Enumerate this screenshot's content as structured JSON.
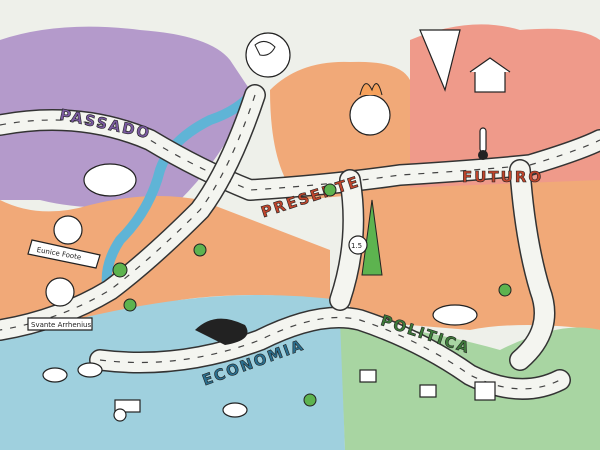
{
  "regions": {
    "past": {
      "label": "PASSADO",
      "color": "#b49acb"
    },
    "present": {
      "label": "PRESENTE",
      "color": "#f1a978"
    },
    "future": {
      "label": "FUTURO",
      "color": "#ef9a8a"
    },
    "economy": {
      "label": "ECONOMIA",
      "color": "#9fd0de"
    },
    "politics": {
      "label": "POLITICA",
      "color": "#a8d5a2"
    }
  },
  "label_colors": {
    "past": "#7a5aa0",
    "present": "#c0452c",
    "future": "#c0452c",
    "economy": "#2a6f8f",
    "politics": "#3d7a3a"
  },
  "portraits": {
    "foote": "Eunice Foote",
    "arrhenius": "Svante Arrhenius"
  },
  "target_badge": "1.5"
}
